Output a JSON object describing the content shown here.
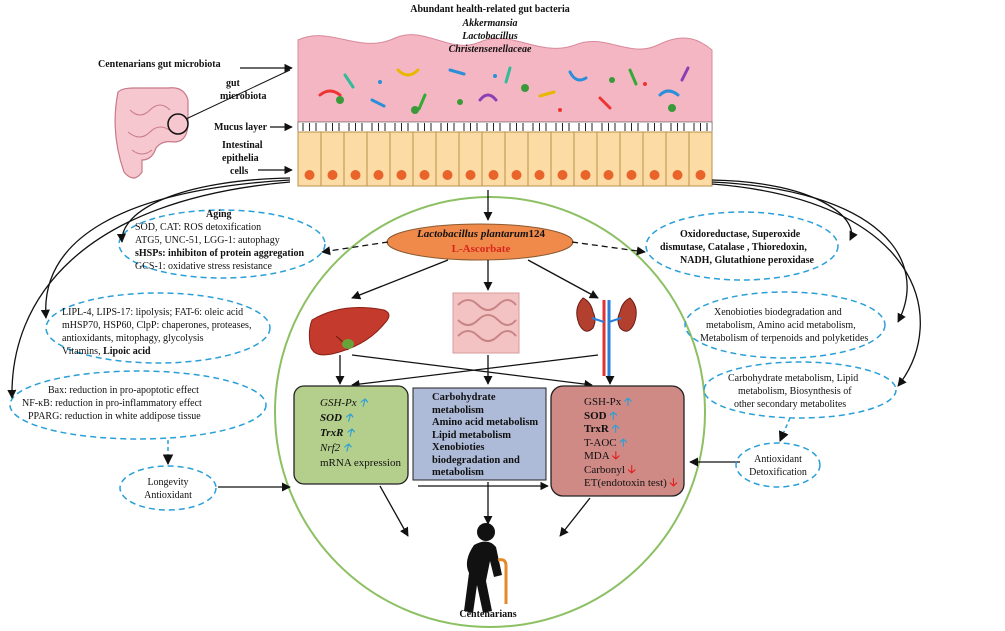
{
  "top": {
    "heading": "Abundant health-related gut bacteria",
    "bacteria": [
      "Akkermansia",
      "Lactobacillus",
      "Christensenellaceae"
    ]
  },
  "gut": {
    "centenarians_label": "Centenarians gut microbiota",
    "microbiota_label": [
      "gut",
      "microbiota"
    ],
    "mucus_label": "Mucus layer",
    "epithelia_label": [
      "Intestinal",
      "epithelia",
      "cells"
    ]
  },
  "center": {
    "probiotic_name": "Lactobacillus plantarum",
    "probiotic_strain": "124",
    "compound": "L-Ascorbate",
    "centenarians_label": "Centenarians"
  },
  "left": {
    "aging_title": "Aging",
    "aging_lines": [
      {
        "text": "SOD, CAT: ROS detoxification",
        "bold": false
      },
      {
        "text": "ATG5, UNC-51, LGG-1: autophagy",
        "bold": false
      },
      {
        "text": "sHSPs: inhibiton of protein aggregation",
        "bold": true
      },
      {
        "text": "GCS-1: oxidative stress resistance",
        "bold": false
      }
    ],
    "lipid_lines": [
      "LIPL-4, LIPS-17: lipolysis; FAT-6: oleic acid",
      "mHSP70, HSP60, ClpP: chaperones, proteases,",
      "antioxidants, mitophagy, glycolysis"
    ],
    "lipid_last_plain": "Vitamins,",
    "lipid_last_bold": "Lipoic acid",
    "effects_lines": [
      "Bax: reduction in pro-apoptotic effect",
      "NF-κB: reduction in pro-inflammatory effect",
      "PPARG: reduction in white addipose tissue"
    ],
    "longevity_lines": [
      "Longevity",
      "Antioxidant"
    ]
  },
  "right": {
    "oxido_lines": [
      "Oxidoreductase, Superoxide",
      "dismutase,  Catalase , Thioredoxin,",
      "NADH, Glutathione peroxidase"
    ],
    "xeno_lines": [
      "Xenobioties biodegradation and",
      "metabolism, Amino acid metabolism,",
      "Metabolism of terpenoids and polyketides"
    ],
    "carb_lines": [
      "Carbohydrate metabolism, Lipid",
      "metabolism, Biosynthesis of",
      "other secondary metabolites"
    ],
    "antiox_lines": [
      "Antioxidant",
      "Detoxification"
    ]
  },
  "liver_box": {
    "items": [
      {
        "text": "GSH-Px",
        "italic": true,
        "bold": false
      },
      {
        "text": "SOD",
        "italic": true,
        "bold": true
      },
      {
        "text": "TrxR",
        "italic": true,
        "bold": true
      },
      {
        "text": "Nrf2",
        "italic": true,
        "bold": false
      }
    ],
    "footer": "mRNA expression",
    "up_arrow": "🡡"
  },
  "gut_box": {
    "lines": [
      "Carbohydrate",
      "metabolism",
      "Amino acid metabolism",
      "Lipid metabolism",
      "Xenobioties",
      "biodegradation and",
      "metabolism"
    ]
  },
  "kidney_box": {
    "items": [
      {
        "text": "GSH-Px",
        "bold": false,
        "dir": "up"
      },
      {
        "text": "SOD",
        "bold": true,
        "dir": "up"
      },
      {
        "text": "TrxR",
        "bold": true,
        "dir": "up"
      },
      {
        "text": "T-AOC",
        "bold": false,
        "dir": "up"
      },
      {
        "text": "MDA",
        "bold": false,
        "dir": "down"
      },
      {
        "text": "Carbonyl",
        "bold": false,
        "dir": "down"
      },
      {
        "text": "ET(endotoxin test)",
        "bold": false,
        "dir": "down"
      }
    ],
    "up_arrow": "🡡",
    "down_arrow": "🡣"
  },
  "colors": {
    "mucus_pink": "#f4b6c3",
    "cell_fill": "#fcdca4",
    "nucleus": "#e8642a",
    "green_circle": "#8cc063",
    "ellipse_orange": "#f08a4b",
    "dashed_blue": "#2a9fd8",
    "liver_box": "#b4cf8c",
    "gut_box": "#aebbd8",
    "kidney_box": "#cf8a86",
    "up_arrow": "#2a9fd8",
    "down_arrow": "#e02020"
  }
}
